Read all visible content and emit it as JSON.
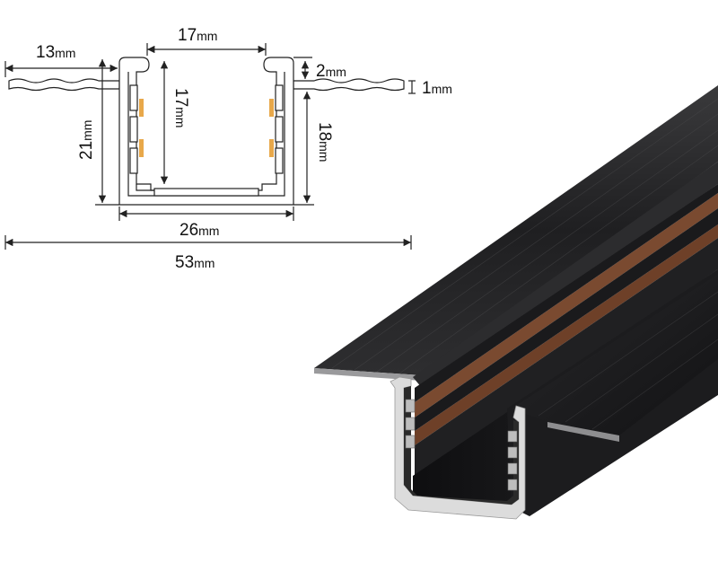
{
  "dimensions": {
    "flange_width": {
      "value": "13",
      "unit": "mm"
    },
    "opening_width": {
      "value": "17",
      "unit": "mm"
    },
    "inner_height": {
      "value": "17",
      "unit": "mm"
    },
    "lip_height": {
      "value": "2",
      "unit": "mm"
    },
    "flange_thickness": {
      "value": "1",
      "unit": "mm"
    },
    "total_height": {
      "value": "21",
      "unit": "mm"
    },
    "body_height": {
      "value": "18",
      "unit": "mm"
    },
    "body_width": {
      "value": "26",
      "unit": "mm"
    },
    "total_width": {
      "value": "53",
      "unit": "mm"
    }
  },
  "colors": {
    "profile_black": "#1c1c1e",
    "copper_strip": "#7a4a30",
    "copper_contact": "#e8a84a",
    "line": "#222222"
  }
}
